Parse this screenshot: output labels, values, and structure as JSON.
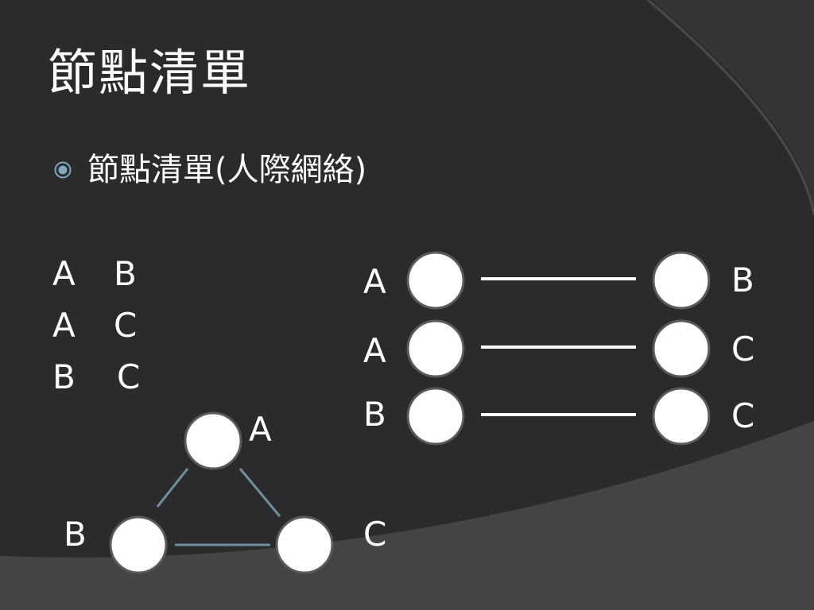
{
  "slide": {
    "title": "節點清單",
    "bullet": "節點清單(人際網絡)"
  },
  "node_list": [
    {
      "from": "A",
      "to": "B"
    },
    {
      "from": "A",
      "to": "C"
    },
    {
      "from": "B",
      "to": "C"
    }
  ],
  "pair_diagram": {
    "rows": [
      {
        "left": "A",
        "right": "B"
      },
      {
        "left": "A",
        "right": "C"
      },
      {
        "left": "B",
        "right": "C"
      }
    ]
  },
  "triangle": {
    "nodes": [
      "A",
      "B",
      "C"
    ],
    "edges": [
      [
        "A",
        "B"
      ],
      [
        "A",
        "C"
      ],
      [
        "B",
        "C"
      ]
    ]
  },
  "colors": {
    "background": "#2b2b2b",
    "band": "#3c3c3c",
    "node_fill": "#ffffff",
    "node_stroke": "#5a5a5a",
    "edge_white": "#ffffff",
    "edge_blue": "#6f8fa0",
    "bullet": "#7fa9bd"
  }
}
